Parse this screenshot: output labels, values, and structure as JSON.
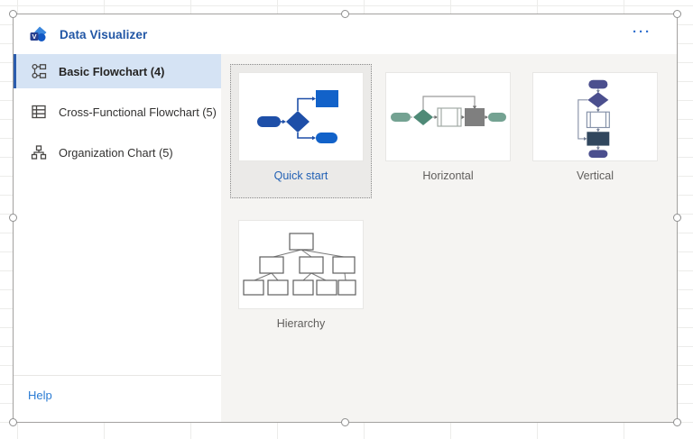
{
  "window": {
    "title": "Data Visualizer",
    "overflow_menu": "···"
  },
  "sidebar": {
    "items": [
      {
        "label": "Basic Flowchart (4)",
        "selected": true,
        "icon": "flowchart-icon"
      },
      {
        "label": "Cross-Functional Flowchart (5)",
        "selected": false,
        "icon": "cross-functional-grid-icon"
      },
      {
        "label": "Organization Chart (5)",
        "selected": false,
        "icon": "org-chart-icon"
      }
    ],
    "help_label": "Help"
  },
  "templates": {
    "cards": [
      {
        "label": "Quick start",
        "selected": true,
        "thumbnail": "quick-start-flowchart"
      },
      {
        "label": "Horizontal",
        "selected": false,
        "thumbnail": "horizontal-flowchart"
      },
      {
        "label": "Vertical",
        "selected": false,
        "thumbnail": "vertical-flowchart"
      },
      {
        "label": "Hierarchy",
        "selected": false,
        "thumbnail": "hierarchy-chart"
      }
    ]
  },
  "colors": {
    "accent_blue": "#2b5cad",
    "title_blue": "#2156a5",
    "link_blue": "#2b7cd3",
    "selected_item_bg": "#d5e3f4",
    "main_bg": "#f5f4f2",
    "selected_card_bg": "#ebeae8",
    "quickstart_dark_blue": "#1e4fa8",
    "quickstart_bright_blue": "#1262c9",
    "horizontal_pill_teal": "#74a292",
    "horizontal_diamond_teal": "#4f8a77",
    "horizontal_box_gray": "#7f7f7f",
    "vertical_indigo": "#4b4f8e",
    "vertical_dark_slate": "#31475e"
  }
}
